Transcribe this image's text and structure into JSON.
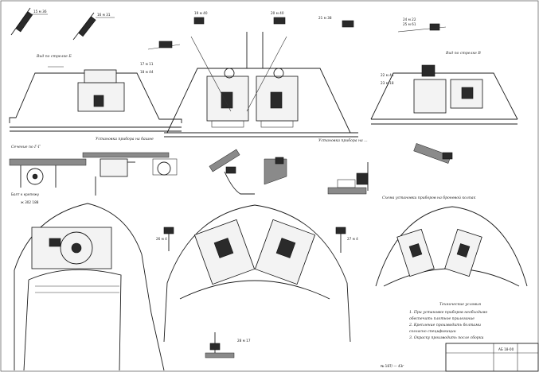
{
  "title_block": {
    "sheet_code": "АБ 18-00",
    "small_note": "№ 187/  — 43г"
  },
  "section_labels": {
    "view_a": "Вид по стрелке Б",
    "view_b": "Вид по стрелке В",
    "detail_left": "Сечение по Г-Г",
    "detail_mid": "Установка прибора на башне",
    "detail_right": "Установка прибора на ...",
    "bottom_right": "Схема установки приборов на броневой колпак",
    "notes_header": "Технические условия"
  },
  "notes": [
    "1. При установке приборов необходимо",
    "обеспечить плотное прилегание",
    "2. Крепление производить болтами",
    "согласно спецификации",
    "3. Окраску производить после сборки"
  ],
  "callouts": [
    "15",
    "16",
    "17",
    "18",
    "19",
    "20",
    "21",
    "22",
    "23",
    "24",
    "25",
    "26",
    "27",
    "28"
  ]
}
